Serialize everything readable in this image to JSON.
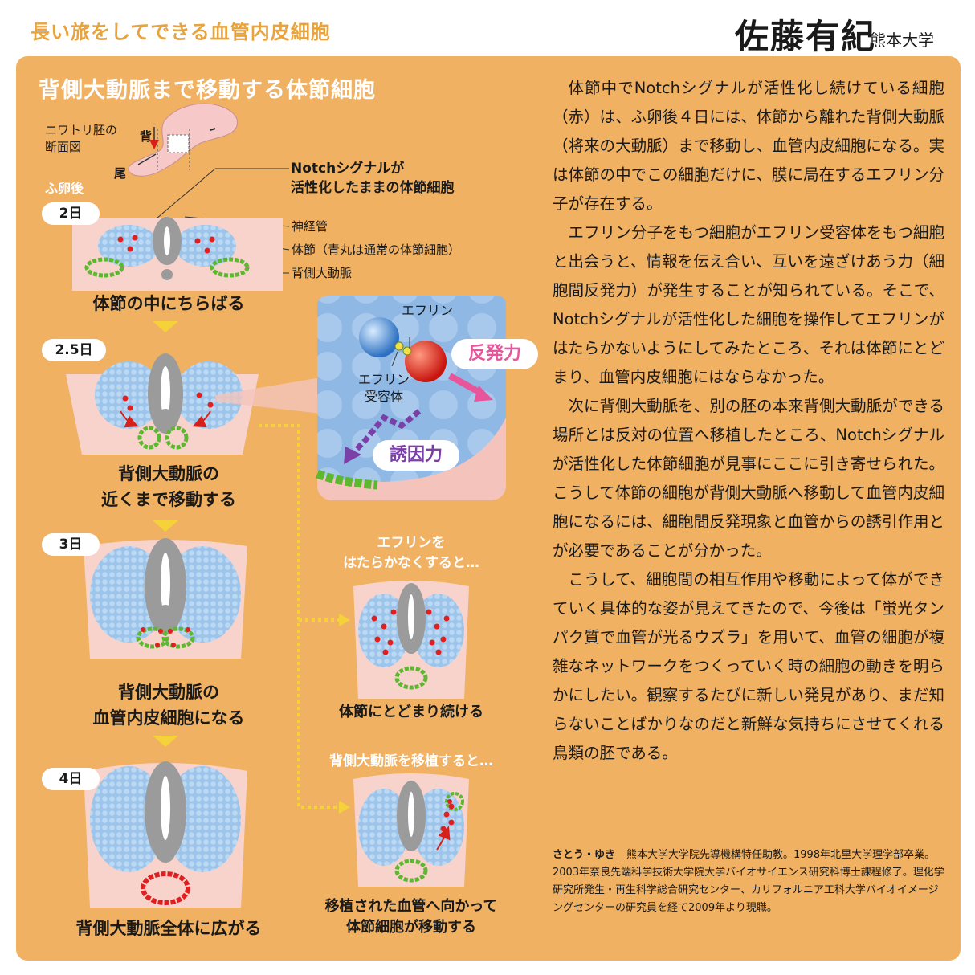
{
  "header": {
    "title": "長い旅をしてできる血管内皮細胞",
    "author": "佐藤有紀",
    "affiliation": "熊本大学"
  },
  "figure": {
    "title": "背側大動脈まで移動する体節細胞",
    "embryo_label": [
      "ニワトリ胚の",
      "断面図"
    ],
    "axis_back": "背",
    "axis_tail": "尾",
    "after_hatch": "ふ卵後",
    "notch_label": [
      "Notchシグナルが",
      "活性化したままの体節細胞"
    ],
    "label_neural_tube": "神経管",
    "label_somite": "体節（青丸は通常の体節細胞）",
    "label_aorta": "背側大動脈",
    "days": [
      "2日",
      "2.5日",
      "3日",
      "4日"
    ],
    "captions": {
      "day2": "体節の中にちらばる",
      "day25": [
        "背側大動脈の",
        "近くまで移動する"
      ],
      "day3": [
        "背側大動脈の",
        "血管内皮細胞になる"
      ],
      "day4": "背側大動脈全体に広がる"
    },
    "inset": {
      "ephrin": "エフリン",
      "receptor": [
        "エフリン",
        "受容体"
      ],
      "repulsion": "反発力",
      "attraction": "誘因力"
    },
    "exp1": {
      "title": [
        "エフリンを",
        "はたらかなくすると…"
      ],
      "caption": "体節にとどまり続ける"
    },
    "exp2": {
      "title": "背側大動脈を移植すると…",
      "caption": [
        "移植された血管へ向かって",
        "体節細胞が移動する"
      ]
    }
  },
  "article": {
    "paragraphs": [
      "体節中でNotchシグナルが活性化し続けている細胞（赤）は、ふ卵後４日には、体節から離れた背側大動脈（将来の大動脈）まで移動し、血管内皮細胞になる。実は体節の中でこの細胞だけに、膜に局在するエフリン分子が存在する。",
      "エフリン分子をもつ細胞がエフリン受容体をもつ細胞と出会うと、情報を伝え合い、互いを遠ざけあう力（細胞間反発力）が発生することが知られている。そこで、Notchシグナルが活性化した細胞を操作してエフリンがはたらかないようにしてみたところ、それは体節にとどまり、血管内皮細胞にはならなかった。",
      "次に背側大動脈を、別の胚の本来背側大動脈ができる場所とは反対の位置へ移植したところ、Notchシグナルが活性化した体節細胞が見事にここに引き寄せられた。こうして体節の細胞が背側大動脈へ移動して血管内皮細胞になるには、細胞間反発現象と血管からの誘引作用とが必要であることが分かった。",
      "こうして、細胞間の相互作用や移動によって体ができていく具体的な姿が見えてきたので、今後は「蛍光タンパク質で血管が光るウズラ」を用いて、血管の細胞が複雑なネットワークをつくっていく時の細胞の動きを明らかにしたい。観察するたびに新しい発見があり、まだ知らないことばかりなのだと新鮮な気持ちにさせてくれる鳥類の胚である。"
    ]
  },
  "bio": {
    "name": "さとう・ゆき",
    "text": "熊本大学大学院先導機構特任助教。1998年北里大学理学部卒業。2003年奈良先端科学技術大学院大学バイオサイエンス研究科博士課程修了。理化学研究所発生・再生科学総合研究センター、カリフォルニア工科大学バイオイメージングセンターの研究員を経て2009年より現職。"
  },
  "colors": {
    "panel": "#f0b163",
    "header_accent": "#e8a33c",
    "tissue": "#f7d3cc",
    "somite": "#9dc4ea",
    "neural": "#9b9b9b",
    "cell_red": "#e02020",
    "aorta_green": "#5cb82e",
    "attraction_purple": "#7b3fa8",
    "repulsion_pink": "#e8559a",
    "arrow_yellow": "#f5d23a"
  }
}
